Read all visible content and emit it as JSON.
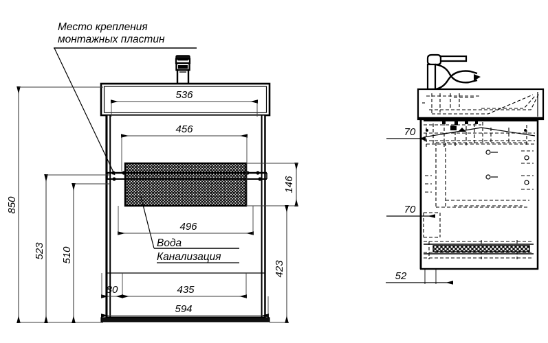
{
  "drawing": {
    "title_note": {
      "line1": "Место крепления",
      "line2": "монтажных пластин"
    },
    "labels": {
      "water": "Вода",
      "sewer": "Канализация"
    },
    "front_view": {
      "name": "front-view",
      "dimensions": {
        "height_total": "850",
        "height_523": "523",
        "height_510": "510",
        "height_146": "146",
        "height_423": "423",
        "width_top": "536",
        "width_inner": "456",
        "width_496": "496",
        "width_435": "435",
        "width_594": "594",
        "offset_80": "80"
      }
    },
    "side_view": {
      "name": "side-view",
      "dimensions": {
        "depth_70_upper": "70",
        "depth_70_lower": "70",
        "depth_52": "52"
      }
    },
    "colors": {
      "line": "#000000",
      "dim_line": "#3a3a3a",
      "hatch": "#000000",
      "background": "#ffffff"
    }
  }
}
